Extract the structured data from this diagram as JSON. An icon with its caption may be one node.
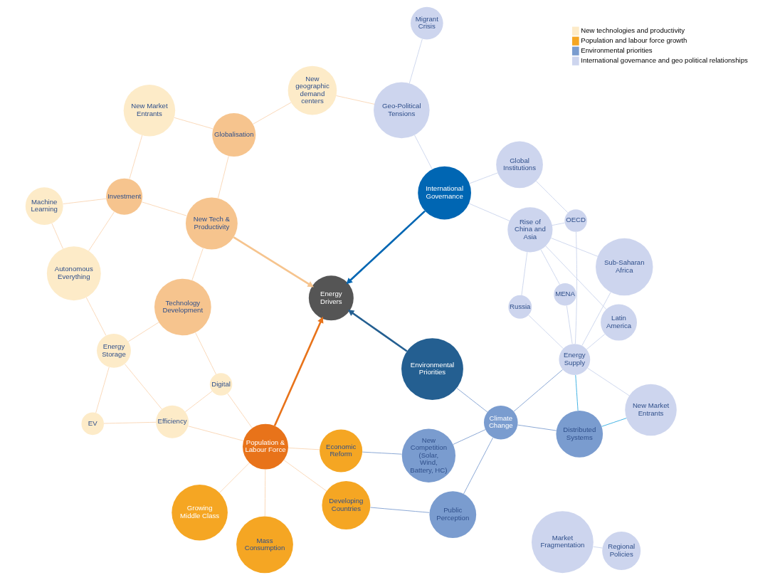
{
  "diagram": {
    "nodes": [
      {
        "text": [
          "Growing Middle Class"
        ]
      },
      {
        "text": [
          "Mass Consumption"
        ]
      },
      {
        "text": [
          "Population & Labour Force"
        ]
      },
      {
        "text": [
          "Economic Reform"
        ]
      },
      {
        "text": [
          "Developing Countries"
        ]
      },
      {
        "text": [
          "Efficiency"
        ]
      },
      {
        "text": [
          "Digital"
        ]
      },
      {
        "text": [
          "Energy Storage"
        ]
      },
      {
        "text": [
          "EV"
        ]
      },
      {
        "text": [
          "New Competition (Solar, Wind, Battery, HC)"
        ]
      },
      {
        "text": [
          "Public Perception"
        ]
      },
      {
        "text": [
          "Technology Development"
        ]
      },
      {
        "text": [
          "Climate Change"
        ]
      },
      {
        "text": [
          "Environmental Priorities"
        ]
      },
      {
        "text": [
          "Energy Drivers"
        ]
      },
      {
        "text": [
          "New Tech & Productivity"
        ]
      },
      {
        "text": [
          "Investment"
        ]
      },
      {
        "text": [
          "Autonomous Everything"
        ]
      },
      {
        "text": [
          "Russia"
        ]
      },
      {
        "text": [
          "Distributed Systems"
        ]
      },
      {
        "text": [
          "MENA"
        ]
      },
      {
        "text": [
          "Rise of China and Asia"
        ]
      },
      {
        "text": [
          "New Market Entrants"
        ]
      },
      {
        "text": [
          "Globalisation"
        ]
      },
      {
        "text": [
          "Machine Learning"
        ]
      },
      {
        "text": [
          "Latin America"
        ]
      },
      {
        "text": [
          "International Governance"
        ]
      },
      {
        "text": [
          "New Market Entrants"
        ]
      },
      {
        "text": [
          "Geo-Political Tensions"
        ]
      },
      {
        "text": [
          "Sub-Saharan Africa"
        ]
      },
      {
        "text": [
          "Global Institutions"
        ]
      },
      {
        "text": [
          "OECD"
        ]
      },
      {
        "text": [
          "Energy Supply"
        ]
      },
      {
        "text": [
          "Market Fragmentation"
        ]
      },
      {
        "text": [
          "Migrant Crisis"
        ]
      },
      {
        "text": [
          "New geographic demand centers"
        ]
      },
      {
        "text": [
          "Regional Policies"
        ]
      }
    ],
    "edges": [
      {
        "from": 0,
        "to": 2,
        "arrow": "none"
      },
      {
        "from": 1,
        "to": 2,
        "arrow": "none"
      },
      {
        "from": 3,
        "to": 2,
        "arrow": "none"
      },
      {
        "from": 4,
        "to": 2,
        "arrow": "none"
      },
      {
        "from": 2,
        "to": 5,
        "arrow": "none"
      },
      {
        "from": 2,
        "to": 6,
        "arrow": "none"
      },
      {
        "from": 2,
        "to": 14,
        "arrow": "to",
        "style": "thick",
        "color": "#e8731a"
      },
      {
        "from": 6,
        "to": 5,
        "arrow": "none"
      },
      {
        "from": 6,
        "to": 11,
        "arrow": "none"
      },
      {
        "from": 5,
        "to": 7,
        "arrow": "none"
      },
      {
        "from": 5,
        "to": 8,
        "arrow": "none"
      },
      {
        "from": 7,
        "to": 8,
        "arrow": "none"
      },
      {
        "from": 7,
        "to": 11,
        "arrow": "none"
      },
      {
        "from": 7,
        "to": 17,
        "arrow": "none"
      },
      {
        "from": 11,
        "to": 15,
        "arrow": "none"
      },
      {
        "from": 15,
        "to": 14,
        "arrow": "to",
        "style": "thick",
        "color": "#f6c48e"
      },
      {
        "from": 15,
        "to": 16,
        "arrow": "none"
      },
      {
        "from": 15,
        "to": 23,
        "arrow": "none"
      },
      {
        "from": 16,
        "to": 17,
        "arrow": "none"
      },
      {
        "from": 16,
        "to": 24,
        "arrow": "none"
      },
      {
        "from": 16,
        "to": 27,
        "arrow": "none"
      },
      {
        "from": 17,
        "to": 24,
        "arrow": "none"
      },
      {
        "from": 23,
        "to": 27,
        "arrow": "none"
      },
      {
        "from": 23,
        "to": 35,
        "arrow": "none"
      },
      {
        "from": 28,
        "to": 35,
        "arrow": "none"
      },
      {
        "from": 10,
        "to": 4,
        "arrow": "none",
        "color": "#7a9ccf"
      },
      {
        "from": 10,
        "to": 12,
        "arrow": "none",
        "color": "#7a9ccf"
      },
      {
        "from": 9,
        "to": 3,
        "arrow": "none",
        "color": "#7a9ccf"
      },
      {
        "from": 9,
        "to": 12,
        "arrow": "none",
        "color": "#7a9ccf"
      },
      {
        "from": 12,
        "to": 19,
        "arrow": "none",
        "color": "#7a9ccf"
      },
      {
        "from": 12,
        "to": 13,
        "arrow": "none",
        "color": "#7a9ccf"
      },
      {
        "from": 12,
        "to": 32,
        "arrow": "none",
        "color": "#7a9ccf"
      },
      {
        "from": 13,
        "to": 14,
        "arrow": "to",
        "style": "thick",
        "color": "#245f91"
      },
      {
        "from": 19,
        "to": 22,
        "arrow": "none",
        "color": "#29a8e0"
      },
      {
        "from": 19,
        "to": 32,
        "arrow": "none",
        "color": "#29a8e0"
      },
      {
        "from": 22,
        "to": 32,
        "arrow": "none",
        "color": "#c8d2ec"
      },
      {
        "from": 18,
        "to": 32,
        "arrow": "none",
        "color": "#c8d2ec"
      },
      {
        "from": 20,
        "to": 32,
        "arrow": "none",
        "color": "#c8d2ec"
      },
      {
        "from": 25,
        "to": 32,
        "arrow": "none",
        "color": "#c8d2ec"
      },
      {
        "from": 29,
        "to": 32,
        "arrow": "none",
        "color": "#c8d2ec"
      },
      {
        "from": 31,
        "to": 32,
        "arrow": "none",
        "color": "#c8d2ec"
      },
      {
        "from": 18,
        "to": 21,
        "arrow": "none",
        "color": "#c8d2ec"
      },
      {
        "from": 20,
        "to": 21,
        "arrow": "none",
        "color": "#c8d2ec"
      },
      {
        "from": 25,
        "to": 21,
        "arrow": "none",
        "color": "#c8d2ec"
      },
      {
        "from": 29,
        "to": 21,
        "arrow": "none",
        "color": "#c8d2ec"
      },
      {
        "from": 31,
        "to": 21,
        "arrow": "none",
        "color": "#c8d2ec"
      },
      {
        "from": 21,
        "to": 26,
        "arrow": "none",
        "color": "#c8d2ec"
      },
      {
        "from": 31,
        "to": 30,
        "arrow": "none",
        "color": "#c8d2ec"
      },
      {
        "from": 30,
        "to": 26,
        "arrow": "none",
        "color": "#c8d2ec"
      },
      {
        "from": 26,
        "to": 28,
        "arrow": "none",
        "color": "#c8d2ec"
      },
      {
        "from": 28,
        "to": 34,
        "arrow": "none",
        "color": "#c8d2ec"
      },
      {
        "from": 33,
        "to": 36,
        "arrow": "none",
        "color": "#c8d2ec"
      },
      {
        "from": 26,
        "to": 14,
        "arrow": "to",
        "style": "thick",
        "color": "#0066b3"
      }
    ],
    "legend": [
      {
        "text": "New technologies and productivity",
        "color": "#fdebc8"
      },
      {
        "text": "Population and labour force growth",
        "color": "#f5a623"
      },
      {
        "text": "Environmental priorities",
        "color": "#7a9ccf"
      },
      {
        "text": "International governance and geo political relationships",
        "color": "#cdd5ee"
      }
    ]
  }
}
